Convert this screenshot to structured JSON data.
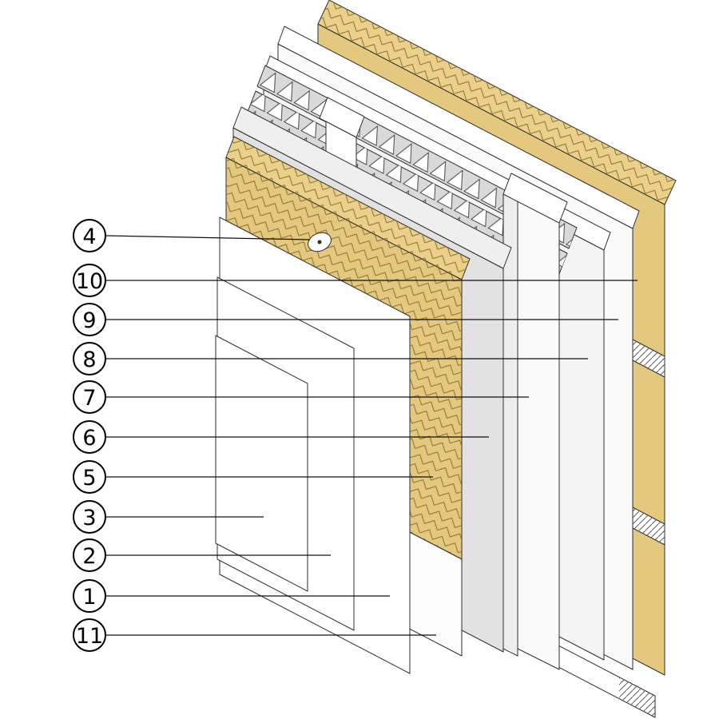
{
  "diagram": {
    "callouts": [
      {
        "label": "4"
      },
      {
        "label": "10"
      },
      {
        "label": "9"
      },
      {
        "label": "8"
      },
      {
        "label": "7"
      },
      {
        "label": "6"
      },
      {
        "label": "5"
      },
      {
        "label": "3"
      },
      {
        "label": "2"
      },
      {
        "label": "1"
      },
      {
        "label": "11"
      }
    ]
  },
  "colors": {
    "insulation_yellow": "#E3C87E",
    "edge_hatch_yellow": "#EBD08A",
    "sheet_gray": "#E2E2E2",
    "batten_gray": "#D9D9D9",
    "panel_white": "#FFFFFF",
    "line": "#2E2E2E"
  }
}
